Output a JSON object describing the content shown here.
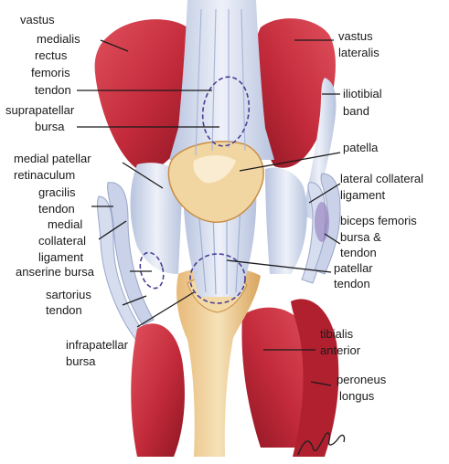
{
  "labels": {
    "vastus_medialis": [
      "vastus",
      "medialis"
    ],
    "vastus_lateralis": [
      "vastus",
      "lateralis"
    ],
    "rectus_femoris_tendon": [
      "rectus",
      "femoris",
      "tendon"
    ],
    "iliotibial_band": [
      "iliotibial",
      "band"
    ],
    "suprapatellar_bursa": [
      "suprapatellar",
      "bursa"
    ],
    "patella": [
      "patella"
    ],
    "medial_patellar_retinaculum": [
      "medial patellar",
      "retinaculum"
    ],
    "lateral_collateral_ligament": [
      "lateral collateral",
      "ligament"
    ],
    "gracilis_tendon": [
      "gracilis",
      "tendon"
    ],
    "biceps_femoris_bursa_tendon": [
      "biceps femoris",
      "bursa &",
      "tendon"
    ],
    "medial_collateral_ligament": [
      "medial",
      "collateral",
      "ligament"
    ],
    "patellar_tendon": [
      "patellar",
      "tendon"
    ],
    "anserine_bursa": [
      "anserine bursa"
    ],
    "sartorius_tendon": [
      "sartorius",
      "tendon"
    ],
    "tibialis_anterior": [
      "tibialis",
      "anterior"
    ],
    "infrapatellar_bursa": [
      "infrapatellar",
      "bursa"
    ],
    "peroneus_longus": [
      "peroneus",
      "longus"
    ]
  },
  "signature": "Valerie Eccles",
  "colors": {
    "muscle": "#c8283a",
    "muscle_dark": "#8e1624",
    "tendon": "#dde3f2",
    "tendon_shade": "#aebbd9",
    "bone": "#efcf97",
    "bone_dark": "#d29a52",
    "bursa_outline": "#4a3f96"
  }
}
